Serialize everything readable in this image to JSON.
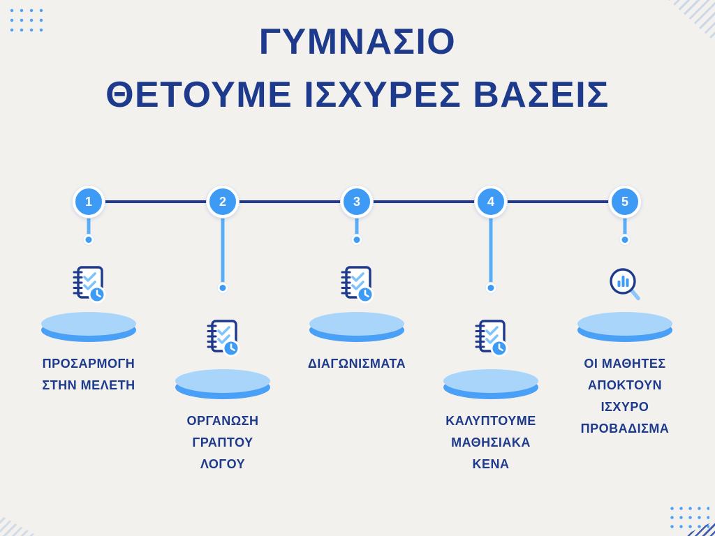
{
  "title": {
    "line1": "ΓΥΜΝΑΣΙΟ",
    "line2": "ΘΕΤΟΥΜΕ ΙΣΧΥΡΕΣ ΒΑΣΕΙΣ"
  },
  "colors": {
    "background": "#f2f1ee",
    "navy": "#1e3a8c",
    "timeline_line": "#21398f",
    "badge_blue": "#3d9bf5",
    "stem_blue": "#5cadf8",
    "disc_top": "#a9d5fb",
    "disc_side": "#4aa0f7",
    "check_light_blue": "#7cc4fb",
    "dots_blue": "#4a9ff7"
  },
  "timeline": {
    "steps": [
      {
        "number": "1",
        "label": "ΠΡΟΣΑΡΜΟΓΗ\nΣΤΗΝ ΜΕΛΕΤΗ",
        "icon": "notebook-checklist-clock",
        "elevation": "high"
      },
      {
        "number": "2",
        "label": "ΟΡΓΑΝΩΣΗ\nΓΡΑΠΤΟΥ\nΛΟΓΟΥ",
        "icon": "notebook-checklist-clock",
        "elevation": "low"
      },
      {
        "number": "3",
        "label": "ΔΙΑΓΩΝΙΣΜΑΤΑ",
        "icon": "notebook-checklist-clock",
        "elevation": "high"
      },
      {
        "number": "4",
        "label": "ΚΑΛΥΠΤΟΥΜΕ\nΜΑΘΗΣΙΑΚΑ\nΚΕΝΑ",
        "icon": "notebook-checklist-clock",
        "elevation": "low"
      },
      {
        "number": "5",
        "label": "ΟΙ ΜΑΘΗΤΕΣ\nΑΠΟΚΤΟΥΝ\nΙΣΧΥΡΟ\nΠΡΟΒΑΔΙΣΜΑ",
        "icon": "magnifier-bar-chart",
        "elevation": "high"
      }
    ]
  }
}
